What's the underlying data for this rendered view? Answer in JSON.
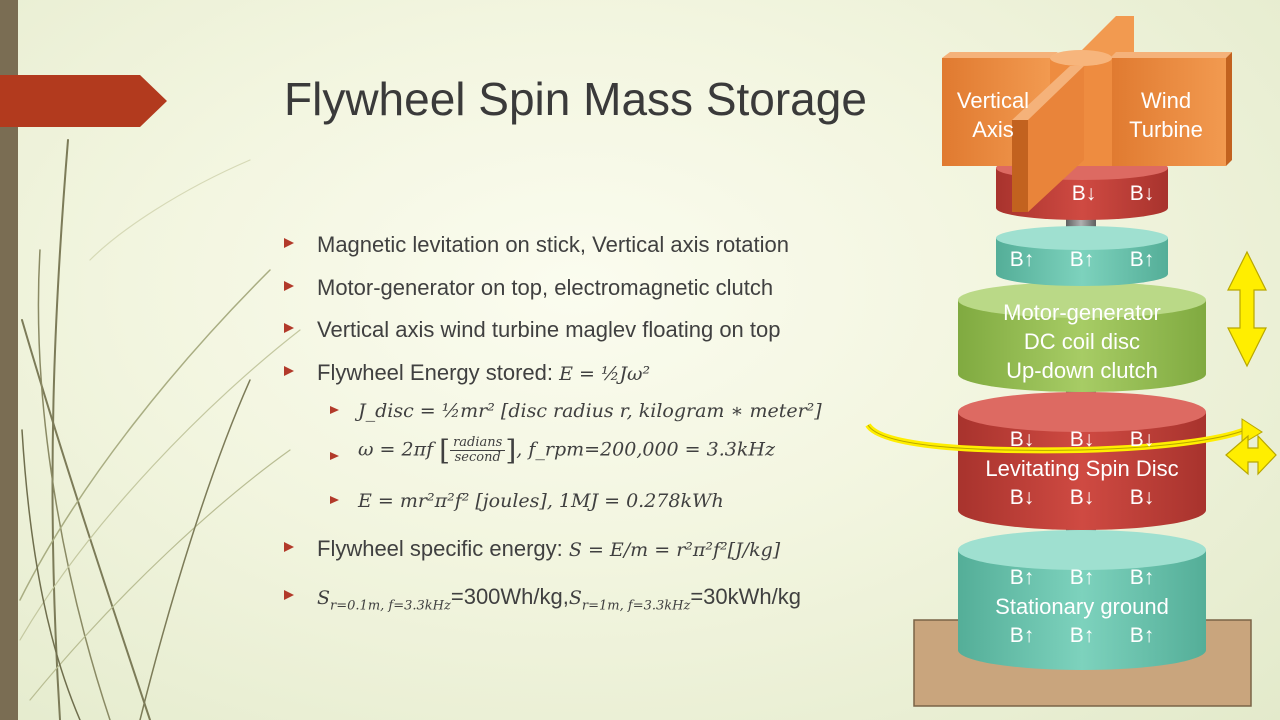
{
  "title": "Flywheel Spin Mass Storage",
  "bullets": [
    "Magnetic levitation on stick, Vertical axis rotation",
    "Motor-generator on top, electromagnetic clutch",
    "Vertical axis wind turbine maglev floating on top"
  ],
  "energy": {
    "lead": "Flywheel Energy stored: ",
    "formula": "E = ½Jω²"
  },
  "sub": {
    "jdisc": "J_disc = ½mr² [disc radius r, kilogram ∗ meter²]",
    "omega_left": "ω = 2πf",
    "omega_top": "radians",
    "omega_bottom": "second",
    "omega_right": ", f_rpm=200,000 = 3.3kHz",
    "energy_joules": "E = mr²π²f² [joules], 1MJ = 0.278kWh"
  },
  "specific": {
    "lead": "Flywheel specific energy: ",
    "formula": "S = E/m = r²π²f²[J/kg]"
  },
  "examples": {
    "s1_sym": "S",
    "s1_sub": "r=0.1m, f=3.3kHz",
    "s1_val": "=300Wh/kg,",
    "s2_sym": "S",
    "s2_sub": "r=1m, f=3.3kHz",
    "s2_val": "=30kWh/kg"
  },
  "diagram": {
    "turbine_left_1": "Vertical",
    "turbine_left_2": "Axis",
    "turbine_right_1": "Wind",
    "turbine_right_2": "Turbine",
    "b_down": "B↓",
    "b_up": "B↑",
    "motor_1": "Motor-generator",
    "motor_2": "DC coil disc",
    "motor_3": "Up-down clutch",
    "spin_label": "Levitating Spin Disc",
    "ground_label": "Stationary ground"
  },
  "colors": {
    "accent": "#b23a2a",
    "turbine": "#e9843a",
    "red_disc": "#c0433c",
    "teal_disc": "#6cc4b0",
    "green_disc": "#98bf55",
    "ground": "#c9a57d",
    "arrow_yellow": "#ffee00"
  }
}
